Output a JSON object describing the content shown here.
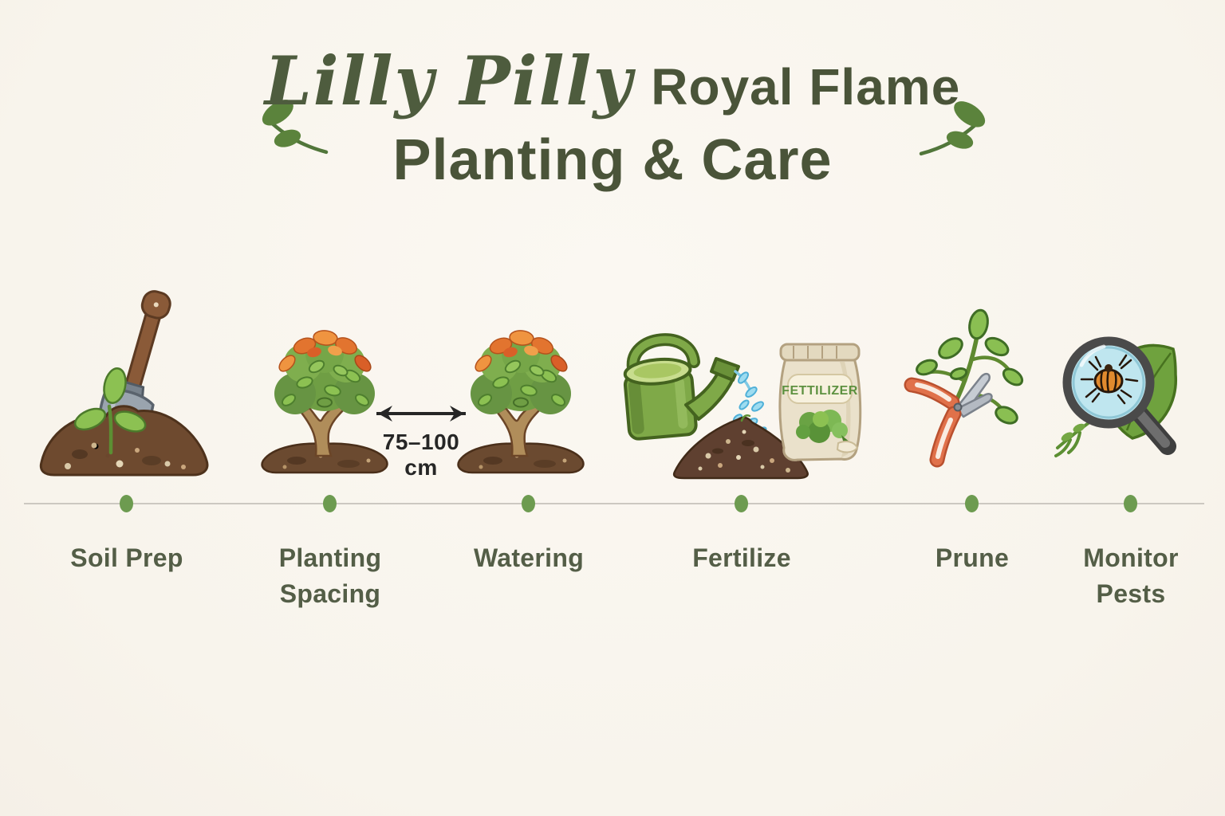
{
  "title": {
    "script": "Lilly Pilly",
    "bold": "Royal Flame",
    "line2": "Planting & Care"
  },
  "spacing_annotation": "75–100 cm",
  "fertilizer_bag_label": "FETTILIZER",
  "steps": [
    {
      "label": "Soil Prep",
      "line1": "Soil Prep",
      "line2": "",
      "icon": "shovel-seedling-soil-mound-icon"
    },
    {
      "label": "Planting Spacing",
      "line1": "Planting",
      "line2": "Spacing",
      "icon": "shrub-icon"
    },
    {
      "label": "Watering",
      "line1": "Watering",
      "line2": "",
      "icon": "shrub-icon"
    },
    {
      "label": "Fertilize",
      "line1": "Fertilize",
      "line2": "",
      "icon": "watering-can-soil-mound-fertilizer-bag-icon"
    },
    {
      "label": "Prune",
      "line1": "Prune",
      "line2": "",
      "icon": "pruning-shears-branch-icon"
    },
    {
      "label": "Monitor Pests",
      "line1": "Monitor",
      "line2": "Pests",
      "icon": "magnifier-bug-leaf-icon"
    }
  ],
  "decorations": [
    "leaf-sprig-left",
    "leaf-sprig-right"
  ],
  "colors": {
    "background": "#faf6ef",
    "title_text": "#4a5439",
    "label_text": "#545e47",
    "timeline_line": "#ccc8c1",
    "timeline_dot": "#6d9b50",
    "shrub_green": "#7fae4e",
    "shrub_orange": "#e2742f",
    "soil_brown": "#6b4a30",
    "can_green": "#7fa948",
    "water_blue": "#9edcf0",
    "bag_cream": "#eae1cb",
    "bag_text_green": "#5d9140",
    "pruner_handle_orange": "#e0714a",
    "magnifier_lens_blue": "#bfe6ef",
    "bug_orange": "#e08a2e",
    "arrow_black": "#262626"
  }
}
